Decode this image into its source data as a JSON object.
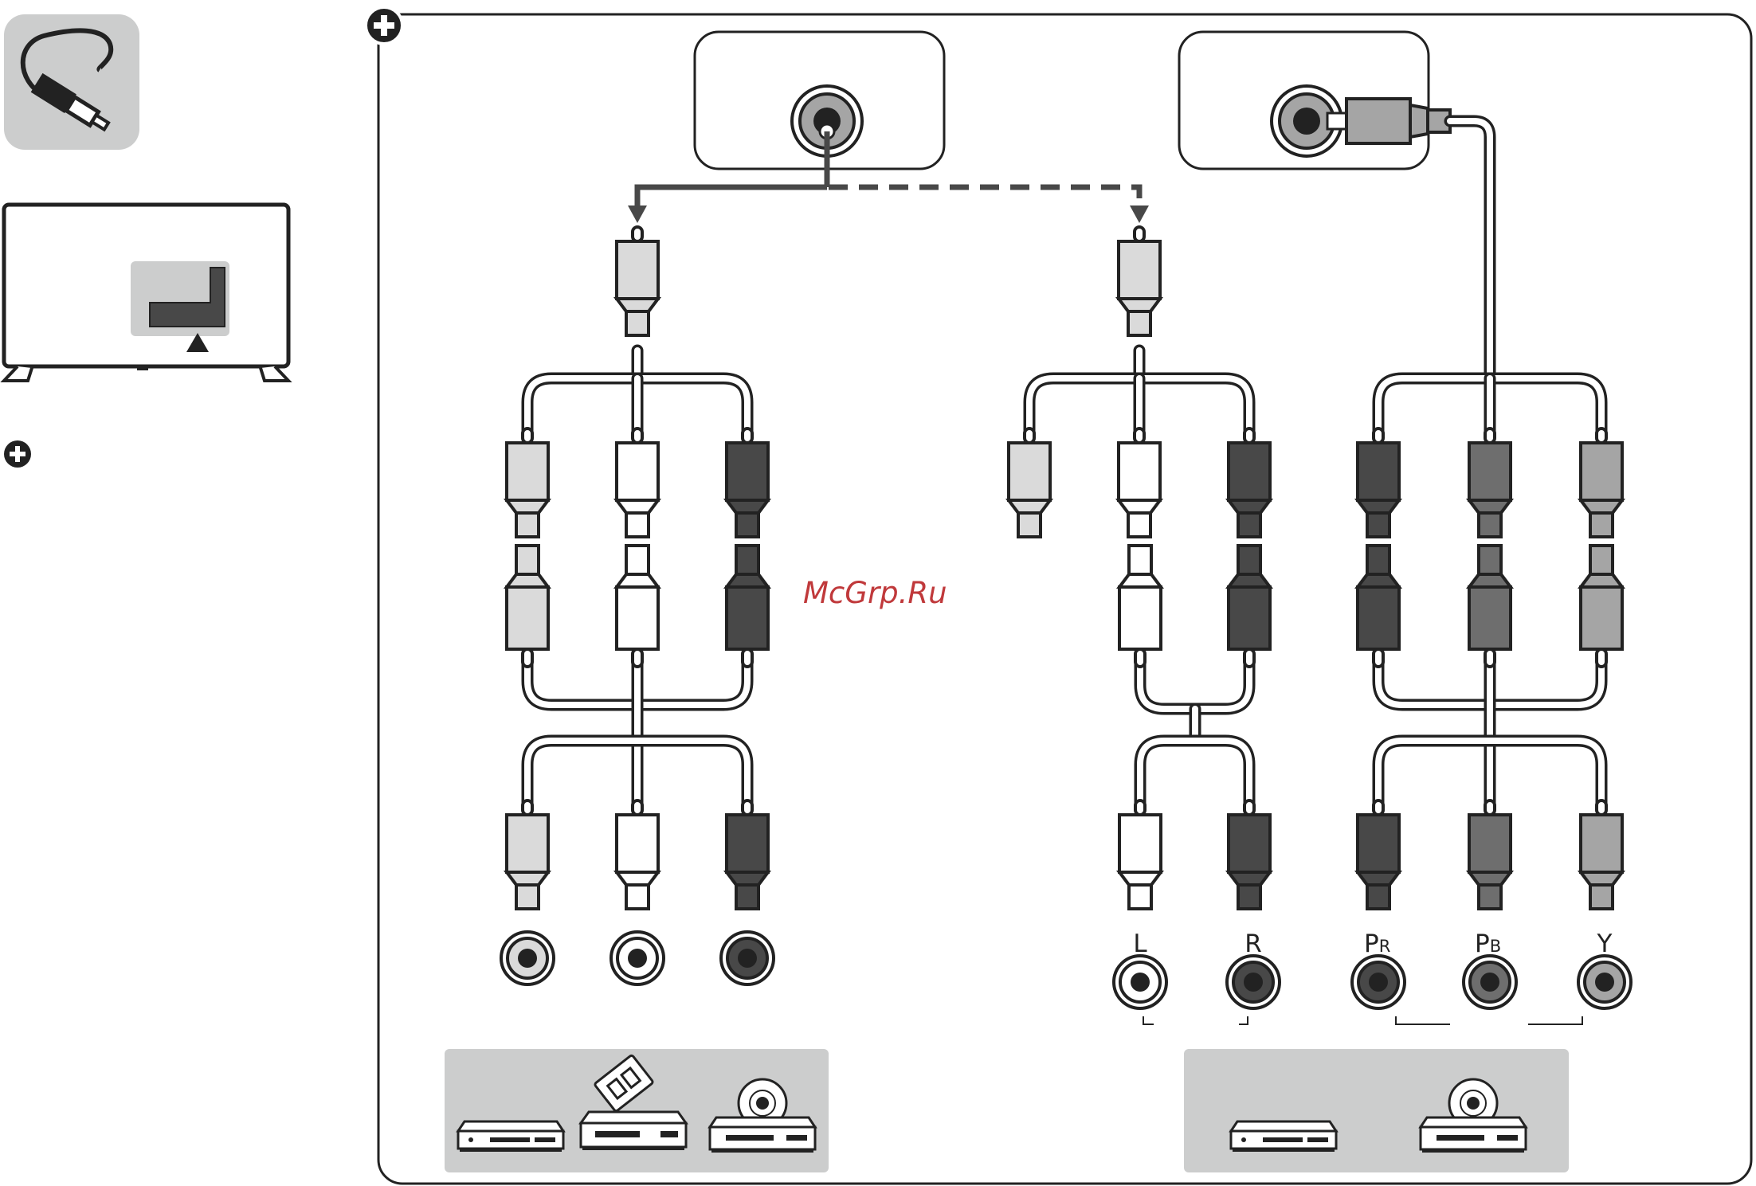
{
  "watermark": "McGrp.Ru",
  "port_labels": {
    "left": "L",
    "right": "R",
    "pr_main": "P",
    "pr_sub": "R",
    "pb_main": "P",
    "pb_sub": "B",
    "y": "Y"
  },
  "colors": {
    "outline": "#222222",
    "panel_grey": "#cccdcd",
    "plug_light": "#dadada",
    "plug_white": "#ffffff",
    "plug_dark": "#484848",
    "plug_mid": "#6e6e6e",
    "plug_lightmid": "#a5a5a5",
    "watermark": "#c0393b"
  },
  "icons": {
    "cable": "cable-icon",
    "tv": "tv-icon",
    "note_small": "plus-circle-icon",
    "note_large": "plus-circle-icon",
    "av_in": "av-in-jack-icon",
    "component_in": "component-in-jack-icon",
    "devices_left": [
      "dvd-player-icon",
      "video-recorder-icon",
      "disc-player-icon"
    ],
    "devices_right": [
      "dvd-player-icon",
      "disc-player-icon"
    ]
  }
}
